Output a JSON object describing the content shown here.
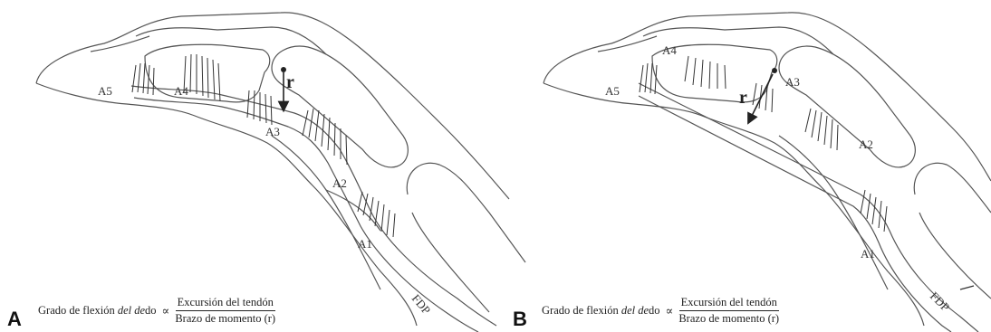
{
  "panels": [
    {
      "letter": "A",
      "labels": {
        "a5": "A5",
        "a4": "A4",
        "a3": "A3",
        "a2": "A2",
        "a1": "A1",
        "fdp": "FDP",
        "r": "r"
      },
      "formula": {
        "lhs_plain_1": "Grado de flexión ",
        "lhs_italic": "del de",
        "lhs_plain_2": "do",
        "proportional": "∝",
        "numerator": "Excursión del tendón",
        "denominator": "Brazo de momento (r)"
      }
    },
    {
      "letter": "B",
      "labels": {
        "a5": "A5",
        "a4": "A4",
        "a3": "A3",
        "a2": "A2",
        "a1": "A1",
        "fdp": "FDP",
        "r": "r"
      },
      "formula": {
        "lhs_plain_1": "Grado de flexión ",
        "lhs_italic": "del de",
        "lhs_plain_2": "do",
        "proportional": "∝",
        "numerator": "Excursión del tendón",
        "denominator": "Brazo de momento (r)"
      }
    }
  ]
}
